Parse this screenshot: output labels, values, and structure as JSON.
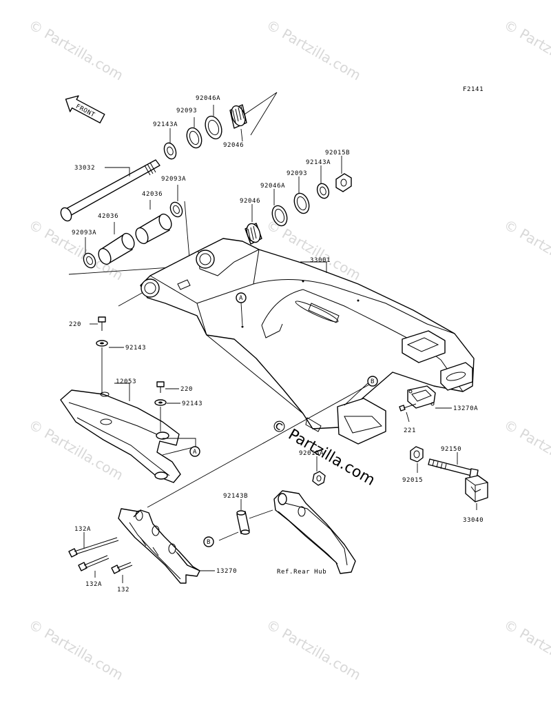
{
  "figure_code": "F2141",
  "front_label": "FRONT",
  "watermark": "© Partzilla.com",
  "center_watermark": "© Partzilla.com",
  "callouts": {
    "A": "A",
    "B": "B"
  },
  "parts": {
    "p92046A_top": "92046A",
    "p92093_top": "92093",
    "p92143A_top": "92143A",
    "p92046_top": "92046",
    "p33032": "33032",
    "p42036_a": "42036",
    "p92093A_a": "92093A",
    "p42036_b": "42036",
    "p92093A_b": "92093A",
    "p92015B": "92015B",
    "p92143A_r": "92143A",
    "p92093_r": "92093",
    "p92046A_r": "92046A",
    "p92046_r": "92046",
    "p33001": "33001",
    "p220_a": "220",
    "p92143_a": "92143",
    "p12053": "12053",
    "p220_b": "220",
    "p92143_b": "92143",
    "p13270A": "13270A",
    "p221": "221",
    "p92150": "92150",
    "p92015": "92015",
    "p33040": "33040",
    "p92015A": "92015A",
    "p92143B": "92143B",
    "p132A_a": "132A",
    "p132A_b": "132A",
    "p132": "132",
    "p13270": "13270",
    "ref_rear_hub": "Ref.Rear Hub"
  }
}
